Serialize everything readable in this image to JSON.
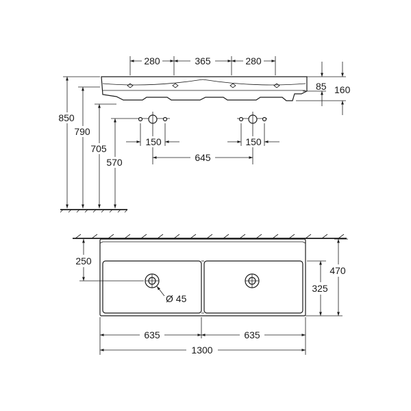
{
  "side_view": {
    "top_widths": [
      "280",
      "365",
      "280"
    ],
    "rim": "85",
    "depth": "160",
    "heights": [
      "850",
      "790",
      "705",
      "570"
    ],
    "tap_spacing_left": "150",
    "tap_spacing_right": "150",
    "tap_center_distance": "645"
  },
  "top_view": {
    "depth_left": "250",
    "depth_right": "470",
    "bowl_depth": "325",
    "drain_diameter": "Ø 45",
    "bowl_widths": [
      "635",
      "635"
    ],
    "total_width": "1300"
  }
}
